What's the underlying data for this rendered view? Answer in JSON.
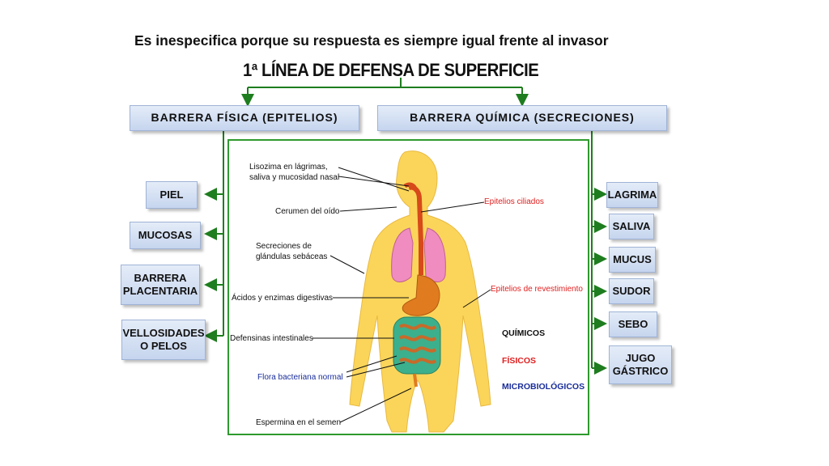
{
  "heading": "Es inespecifica porque su respuesta es siempre igual frente al invasor",
  "title": "1ª LÍNEA DE DEFENSA DE SUPERFICIE",
  "barriers": {
    "physical": "BARRERA  FÍSICA  (EPITELIOS)",
    "chemical": "BARRERA  QUÍMICA  (SECRECIONES)"
  },
  "physical_items": [
    "PIEL",
    "MUCOSAS",
    "BARRERA\nPLACENTARIA",
    "VELLOSIDADES\nO PELOS"
  ],
  "chemical_items": [
    "LAGRIMA",
    "SALIVA",
    "MUCUS",
    "SUDOR",
    "SEBO",
    "JUGO\nGÁSTRICO"
  ],
  "figure_labels": {
    "lisozima": "Lisozima en lágrimas,\nsaliva y mucosidad nasal",
    "cerumen": "Cerumen del oído",
    "secreciones": "Secreciones de\nglándulas sebáceas",
    "acidos": "Ácidos y enzimas digestivas",
    "defensinas": "Defensinas intestinales",
    "flora": "Flora bacteriana normal",
    "espermina": "Espermina en el semen",
    "epitelios_ciliados": "Epitelios ciliados",
    "epitelios_revestimiento": "Epitelios de revestimiento"
  },
  "categories": {
    "quimicos": "QUÍMICOS",
    "fisicos": "FÍSICOS",
    "microbiologicos": "MICROBIOLÓGICOS"
  },
  "colors": {
    "connector": "#1e7d1e",
    "box_fill": "#c6d5ee",
    "body": "#fbd55a",
    "red": "#e02020",
    "blue": "#1a2e9a"
  }
}
